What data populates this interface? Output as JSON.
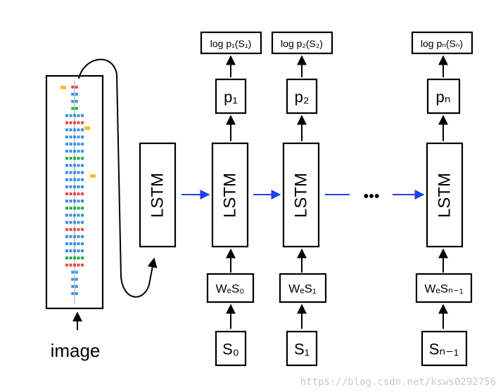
{
  "diagram": {
    "input_label": "image",
    "lstm_label": "LSTM",
    "ellipsis": "•••",
    "colors": {
      "arrow_flow": "#1f3ff0",
      "line": "#000000"
    },
    "columns": [
      {
        "output": "log p₁(S₁)",
        "prob": "p₁",
        "embed": "WₑS₀",
        "token": "S₀"
      },
      {
        "output": "log p₂(S₂)",
        "prob": "p₂",
        "embed": "WₑS₁",
        "token": "S₁"
      },
      {
        "output": "log pₙ(Sₙ)",
        "prob": "pₙ",
        "embed": "WₑSₙ₋₁",
        "token": "Sₙ₋₁"
      }
    ]
  },
  "watermark": "https://blog.csdn.net/ksws0292756"
}
